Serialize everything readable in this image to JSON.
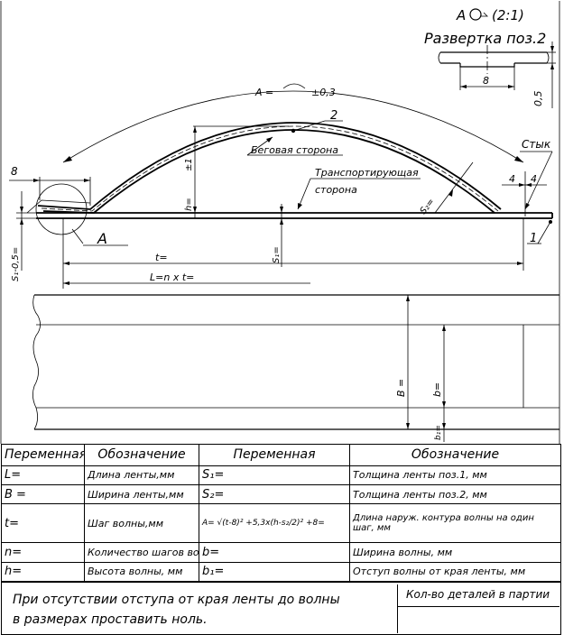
{
  "header": {
    "view_label": "А",
    "view_scale": "(2:1)",
    "development_label": "Развертка поз.2",
    "dim_8_top": "8",
    "dim_05_right": "0,5"
  },
  "drawing": {
    "arc_dim_prefix": "А =",
    "arc_tolerance": "±0,3",
    "pos_2": "2",
    "pos_1": "1",
    "running_side": "Беговая сторона",
    "transport_side_1": "Транспортирующая",
    "transport_side_2": "сторона",
    "joint": "Стык",
    "dim_8_left": "8",
    "dim_4_a": "4",
    "dim_4_b": "4",
    "dim_h": "h=",
    "dim_pm1": "±1",
    "dim_s2": "S₂=",
    "dim_s1": "S₁=",
    "dim_s1_left": "S₁-0,5=",
    "detail_a": "А",
    "dim_t": "t=",
    "dim_l": "L=n x t=",
    "dim_b_big": "B =",
    "dim_b": "b=",
    "dim_b1": "b₁="
  },
  "table": {
    "headers": [
      "Переменная",
      "Обозначение",
      "Переменная",
      "Обозначение"
    ],
    "rows": [
      {
        "v1": "L=",
        "d1": "Длина ленты,мм",
        "v2": "S₁=",
        "d2": "Толщина ленты поз.1, мм"
      },
      {
        "v1": "B =",
        "d1": "Ширина ленты,мм",
        "v2": "S₂=",
        "d2": "Толщина ленты поз.2, мм"
      },
      {
        "v1": "t=",
        "d1": "Шаг волны,мм",
        "v2": "A= √(t-8)² +5,3x(h-s₂/2)² +8=",
        "d2": "Длина наруж. контура волны на один шаг, мм"
      },
      {
        "v1": "n=",
        "d1": "Количество шагов волн",
        "v2": "b=",
        "d2": "Ширина волны, мм"
      },
      {
        "v1": "h=",
        "d1": "Высота волны, мм",
        "v2": "b₁=",
        "d2": "Отступ волны от края ленты, мм"
      }
    ]
  },
  "footer": {
    "note_line1": "При отсутствии отступа от края ленты до волны",
    "note_line2": "в размерах проставить ноль.",
    "qty_label": "Кол-во деталей в партии"
  }
}
